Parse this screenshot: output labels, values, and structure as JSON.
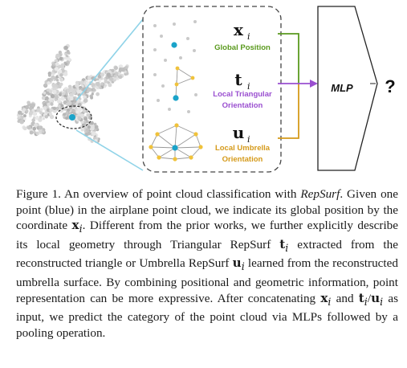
{
  "figure": {
    "vectors": [
      {
        "symbol": "x",
        "subscript": "i",
        "label_lines": [
          "Global Position"
        ],
        "color": "#5a9a1e"
      },
      {
        "symbol": "t",
        "subscript": "i",
        "label_lines": [
          "Local Triangular",
          "Orientation"
        ],
        "color": "#9a4fd0"
      },
      {
        "symbol": "u",
        "subscript": "i",
        "label_lines": [
          "Local Umbrella",
          "Orientation"
        ],
        "color": "#d59a1a"
      }
    ],
    "mlp_label": "MLP",
    "output_symbol": "?",
    "colors": {
      "point_blue": "#1aa3c9",
      "point_yellow": "#f0c23b",
      "point_gray": "#c9c9c9",
      "connector_cyan": "#8fd3e8",
      "box_border": "#444444"
    }
  },
  "caption": {
    "prefix": "Figure 1. An overview of point cloud classification with ",
    "method": "RepSurf",
    "s1": ". Given one point (blue) in the airplane point cloud, we indicate its global position by the coordinate ",
    "x_sym": "x",
    "x_sub": "i",
    "s2": ". Different from the prior works, we further explicitly describe its local geometry through Triangular RepSurf ",
    "t_sym": "t",
    "t_sub": "i",
    "s3": " extracted from the reconstructed triangle or Umbrella RepSurf ",
    "u_sym": "u",
    "u_sub": "i",
    "s4": " learned from the reconstructed umbrella surface. By combining positional and geometric information, point representation can be more expressive. After concatenating ",
    "s5": " and ",
    "slash": "/",
    "s6": " as input, we predict the category of the point cloud via MLPs followed by a pooling operation."
  }
}
